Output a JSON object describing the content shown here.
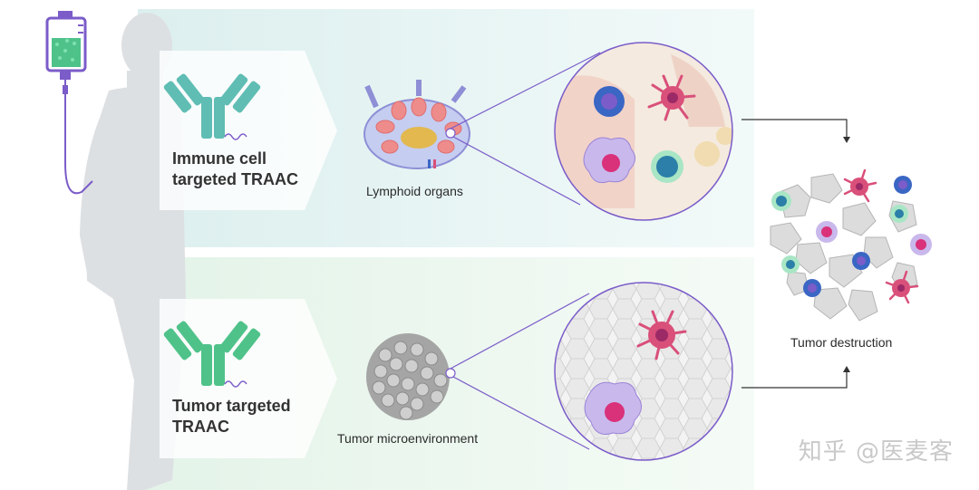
{
  "panels": {
    "top": {
      "antibody_label_line1": "Immune cell",
      "antibody_label_line2": "targeted TRAAC",
      "site_label": "Lymphoid organs"
    },
    "bottom": {
      "antibody_label_line1": "Tumor targeted",
      "antibody_label_line2": "TRAAC",
      "site_label": "Tumor microenvironment"
    }
  },
  "outcome": {
    "label": "Tumor destruction"
  },
  "watermark": {
    "text": "知乎 @医麦客"
  },
  "colors": {
    "top_band": "#e6f4f2",
    "bottom_band": "#edf7ef",
    "silhouette": "#dde0e3",
    "antibody_top": "#5fbdb4",
    "antibody_bottom": "#4fc28a",
    "purple": "#7b5cc9",
    "tcell": "#3a66c4",
    "dendritic": "#d9507a",
    "macrophage": "#c9b8ec"
  }
}
